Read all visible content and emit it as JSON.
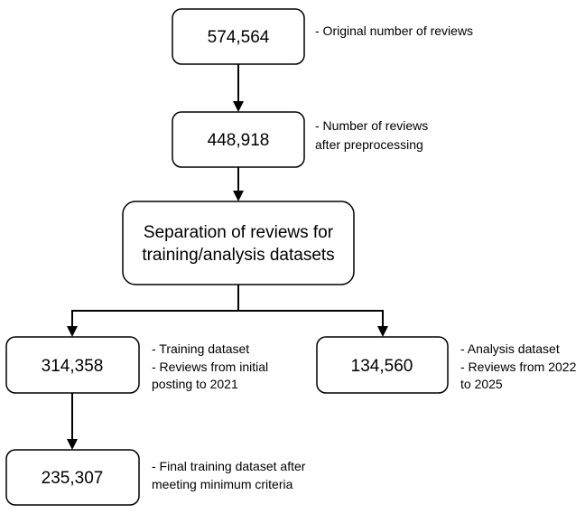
{
  "nodes": {
    "original": {
      "value": "574,564",
      "note": [
        "- Original number of reviews"
      ]
    },
    "preprocessed": {
      "value": "448,918",
      "note": [
        "- Number of reviews",
        "after preprocessing"
      ]
    },
    "separation": {
      "lines": [
        "Separation of reviews for",
        "training/analysis datasets"
      ]
    },
    "training": {
      "value": "314,358",
      "note": [
        "- Training dataset",
        "- Reviews from initial",
        "posting to 2021"
      ]
    },
    "analysis": {
      "value": "134,560",
      "note": [
        "- Analysis dataset",
        "- Reviews from 2022",
        "to 2025"
      ]
    },
    "final": {
      "value": "235,307",
      "note": [
        "- Final training dataset after",
        "meeting minimum criteria"
      ]
    }
  }
}
